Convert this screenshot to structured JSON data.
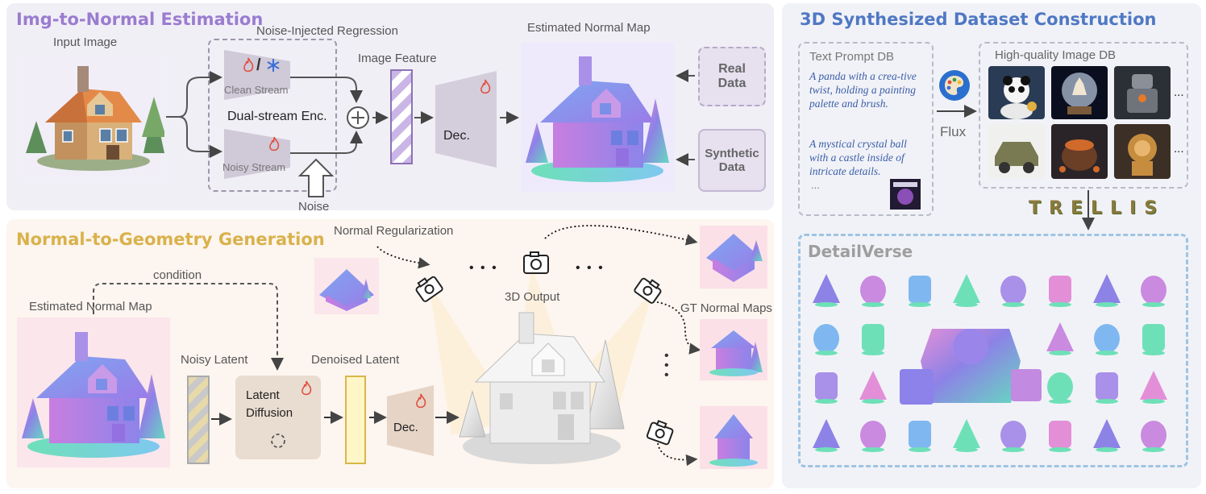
{
  "img2normal": {
    "title": "Img-to-Normal Estimation",
    "input_image_label": "Input Image",
    "regression_label": "Noise-Injected Regression",
    "clean_stream_label": "Clean Stream",
    "dual_stream_label": "Dual-stream Enc.",
    "noisy_stream_label": "Noisy Stream",
    "noise_label": "Noise",
    "image_feature_label": "Image Feature",
    "dec_label": "Dec.",
    "estimated_normal_label": "Estimated Normal Map",
    "real_data_label": "Real Data",
    "synthetic_data_label": "Synthetic Data"
  },
  "normal2geo": {
    "title": "Normal-to-Geometry Generation",
    "normal_reg_label": "Normal Regularization",
    "condition_label": "condition",
    "estimated_normal_label": "Estimated Normal Map",
    "noisy_latent_label": "Noisy Latent",
    "latent_diffusion_label": "Latent Diffusion",
    "denoised_latent_label": "Denoised Latent",
    "dec_label": "Dec.",
    "output_label": "3D Output",
    "gt_normal_label": "GT Normal Maps",
    "ellipsis": "• • •"
  },
  "dataset": {
    "title": "3D Synthesized Dataset Construction",
    "text_prompt_db": "Text Prompt DB",
    "prompt1": "A panda with a crea-tive twist, holding a painting palette and brush.",
    "prompt2": "A mystical crystal ball with a castle inside of intricate details.",
    "prompt_more": "...",
    "flux_label": "Flux",
    "hq_image_db": "High-quality Image DB",
    "row_more": "...",
    "trellis": "TRELLIS",
    "detailverse": "DetailVerse"
  },
  "colors": {
    "top_panel": "#f1eff6",
    "bottom_panel": "#fdf5ef",
    "right_panel": "#f1f2f7",
    "title_purple": "#9a7cd0",
    "title_gold": "#d9b24c",
    "title_blue": "#4f78c4",
    "normal_violet": "#8d82e6",
    "normal_pink": "#e58fd8",
    "normal_green": "#6ee0b8"
  }
}
